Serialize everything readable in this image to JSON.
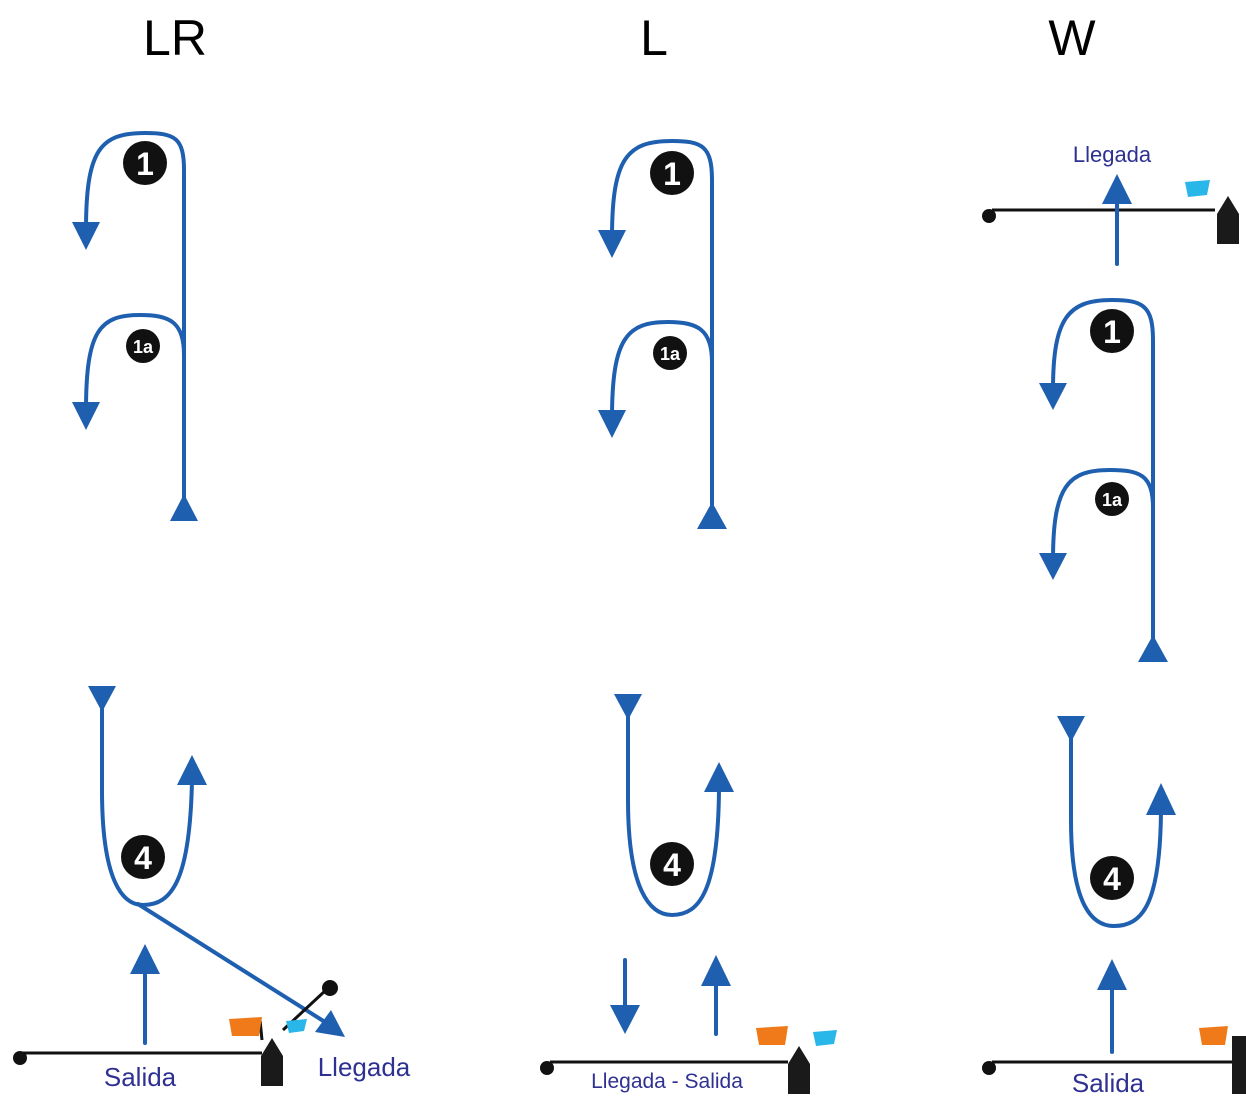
{
  "courses": [
    {
      "id": "lr",
      "heading": "LR",
      "marks": [
        "1",
        "1a",
        "4"
      ],
      "start_label": "Salida",
      "finish_label": "Llegada"
    },
    {
      "id": "l",
      "heading": "L",
      "marks": [
        "1",
        "1a",
        "4"
      ],
      "start_finish_label": "Llegada - Salida"
    },
    {
      "id": "w",
      "heading": "W",
      "marks": [
        "1",
        "1a",
        "4"
      ],
      "finish_label": "Llegada",
      "start_label": "Salida"
    }
  ],
  "colors": {
    "course_line": "#1f5fb0",
    "label_text": "#2e3192",
    "mark_fill": "#111111",
    "mark_text": "#ffffff",
    "committee_boat": "#1a1a1a",
    "flag_orange": "#f07a1a",
    "flag_blue": "#29b6e8",
    "start_line": "#111111"
  }
}
